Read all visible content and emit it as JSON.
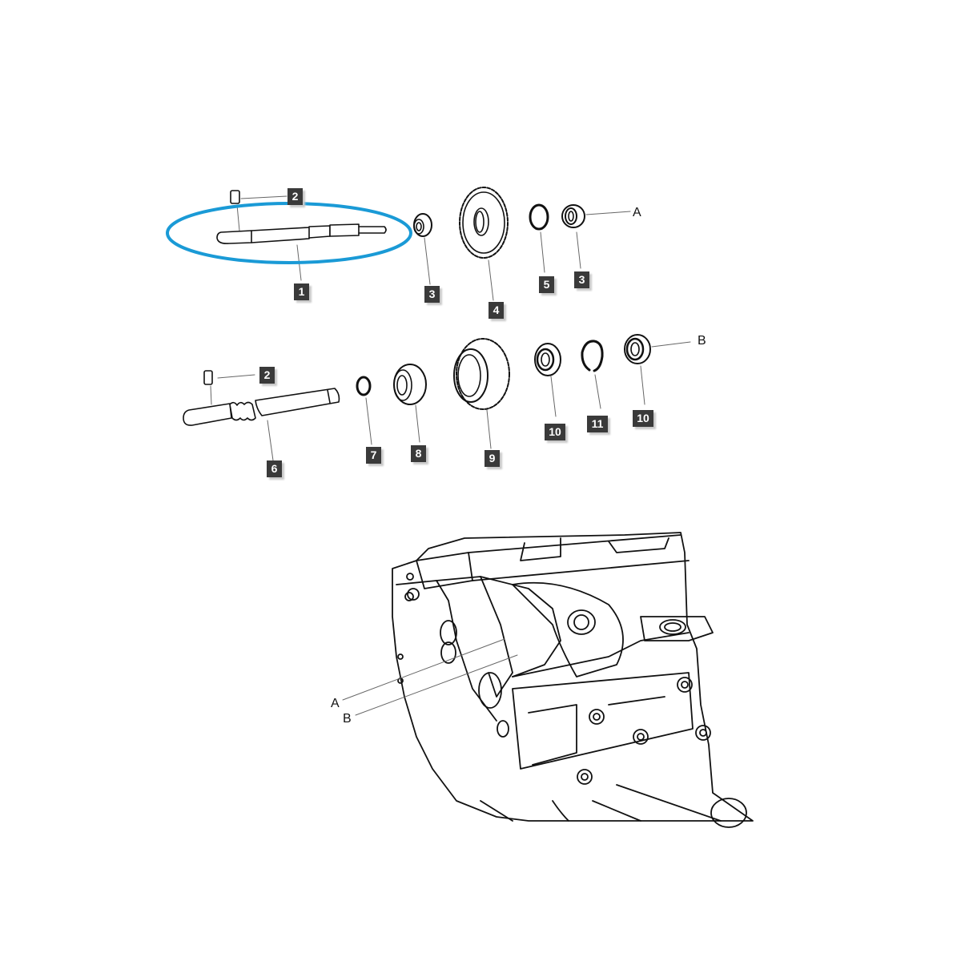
{
  "diagram": {
    "type": "exploded-parts-diagram",
    "highlight": {
      "target_part": "1",
      "color": "#1a9ad6"
    },
    "upper_assembly": {
      "callouts": [
        {
          "id": "c1-2",
          "label": "2",
          "part": "pin"
        },
        {
          "id": "c1-1",
          "label": "1",
          "part": "shaft"
        },
        {
          "id": "c1-3a",
          "label": "3",
          "part": "bearing"
        },
        {
          "id": "c1-4",
          "label": "4",
          "part": "gear"
        },
        {
          "id": "c1-5",
          "label": "5",
          "part": "snap-ring"
        },
        {
          "id": "c1-3b",
          "label": "3",
          "part": "bearing"
        }
      ],
      "reference": "A"
    },
    "lower_assembly": {
      "callouts": [
        {
          "id": "c2-2",
          "label": "2",
          "part": "pin"
        },
        {
          "id": "c2-6",
          "label": "6",
          "part": "shaft"
        },
        {
          "id": "c2-7",
          "label": "7",
          "part": "snap-ring"
        },
        {
          "id": "c2-8",
          "label": "8",
          "part": "bearing"
        },
        {
          "id": "c2-9",
          "label": "9",
          "part": "gear"
        },
        {
          "id": "c2-10a",
          "label": "10",
          "part": "seal"
        },
        {
          "id": "c2-11",
          "label": "11",
          "part": "snap-ring"
        },
        {
          "id": "c2-10b",
          "label": "10",
          "part": "seal"
        }
      ],
      "reference": "B"
    },
    "housing": {
      "references": [
        "A",
        "B"
      ]
    }
  }
}
